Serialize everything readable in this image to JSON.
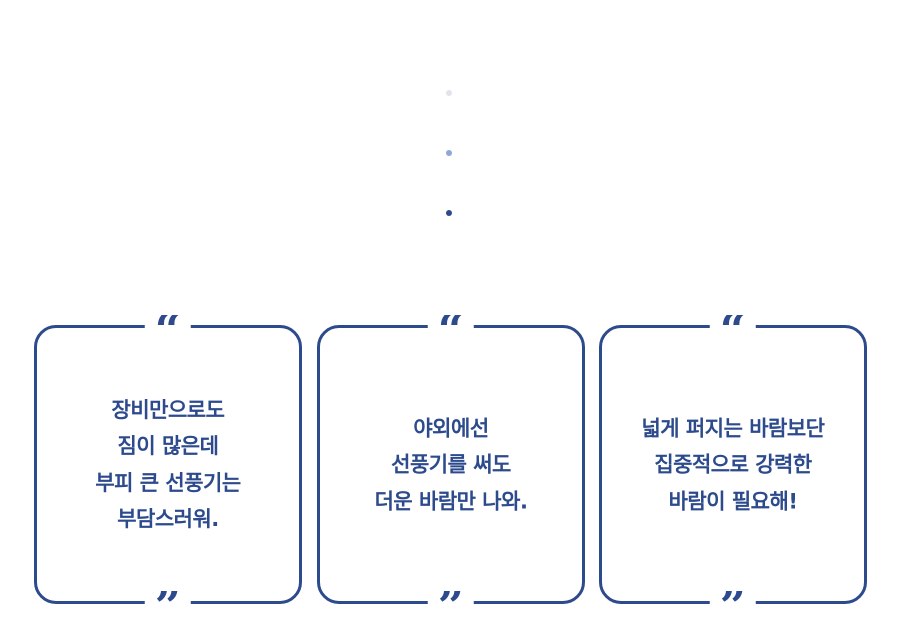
{
  "colors": {
    "accent": "#2c4a8c",
    "dot_light": "#e1e4ec",
    "dot_mid": "#8fa6d8",
    "dot_dark": "#2c4a8c"
  },
  "quote_open": "“",
  "quote_close": "”",
  "cards": [
    {
      "lines": [
        "장비만으로도",
        "짐이 많은데",
        "부피 큰 선풍기는",
        "부담스러워."
      ]
    },
    {
      "lines": [
        "야외에선",
        "선풍기를 써도",
        "더운 바람만 나와."
      ]
    },
    {
      "lines": [
        "넓게 퍼지는 바람보단",
        "집중적으로 강력한",
        "바람이 필요해!"
      ]
    }
  ]
}
